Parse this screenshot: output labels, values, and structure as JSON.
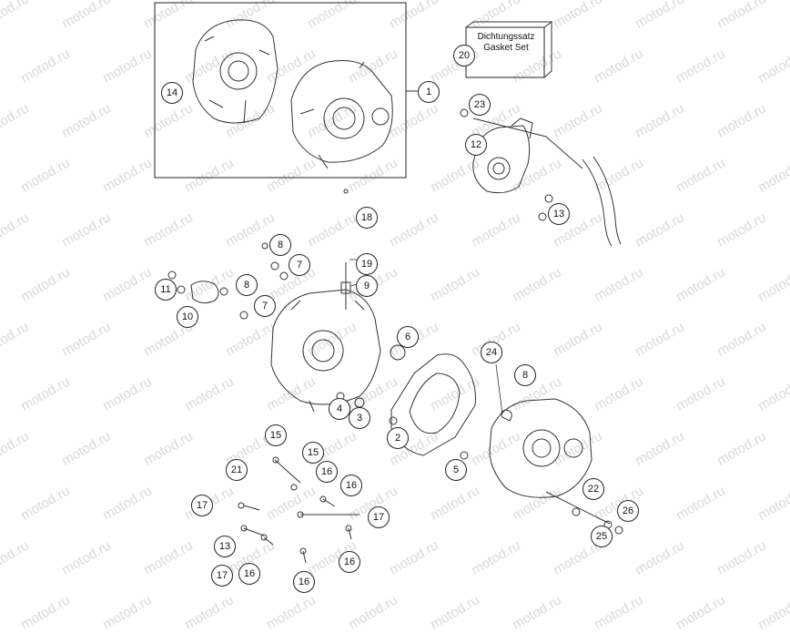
{
  "watermark": "motod.ru",
  "gasket_kit": {
    "line1": "Dichtungssatz",
    "line2": "Gasket Set"
  },
  "callouts": {
    "c1": "1",
    "c2": "2",
    "c3": "3",
    "c4": "4",
    "c5": "5",
    "c6": "6",
    "c7a": "7",
    "c7b": "7",
    "c8a": "8",
    "c8b": "8",
    "c8c": "8",
    "c9": "9",
    "c10": "10",
    "c11": "11",
    "c12": "12",
    "c13a": "13",
    "c13b": "13",
    "c14": "14",
    "c15a": "15",
    "c15b": "15",
    "c16a": "16",
    "c16b": "16",
    "c16c": "16",
    "c16d": "16",
    "c16e": "16",
    "c17a": "17",
    "c17b": "17",
    "c17c": "17",
    "c18": "18",
    "c19": "19",
    "c20": "20",
    "c21": "21",
    "c22": "22",
    "c23": "23",
    "c24": "24",
    "c25": "25",
    "c26": "26"
  }
}
